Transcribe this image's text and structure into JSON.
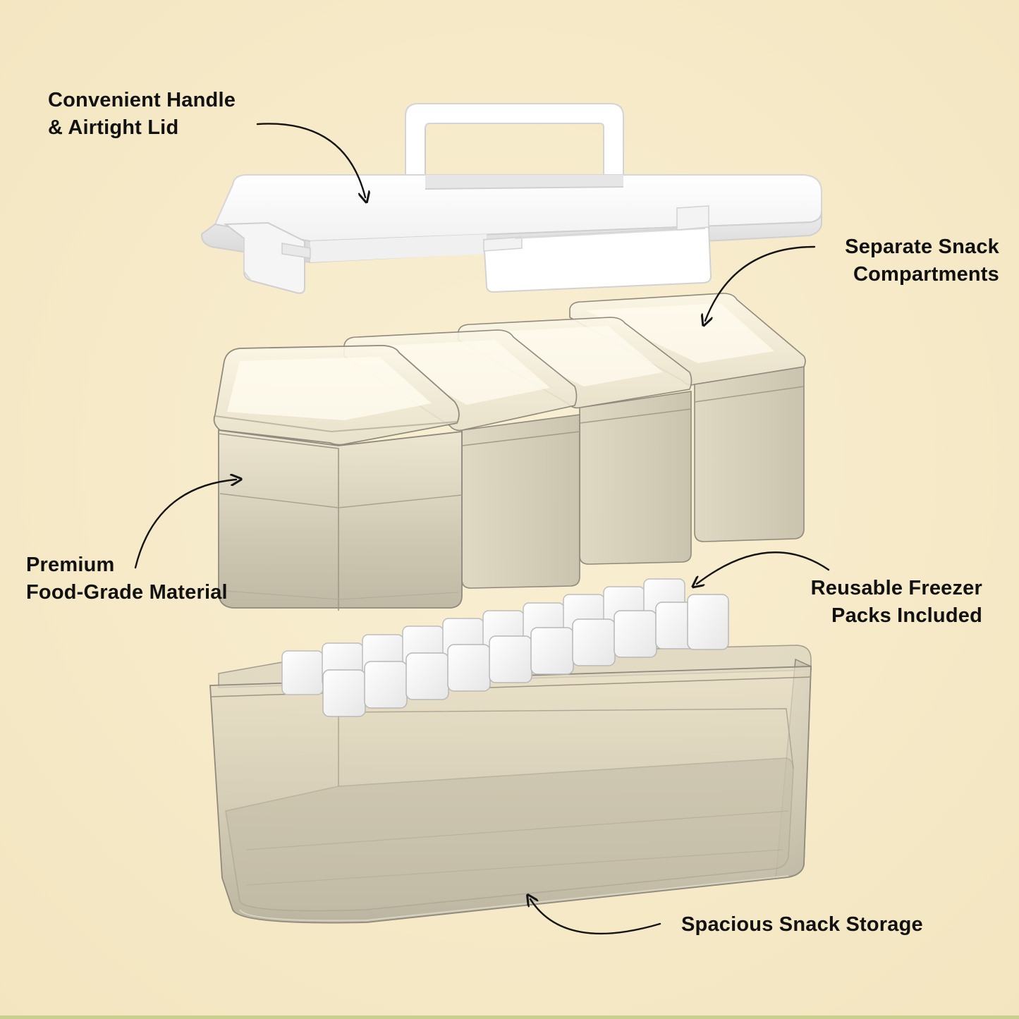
{
  "colors": {
    "background": "#f7ebcb",
    "background_shade": "#efe0b6",
    "label_text": "#111111",
    "arrow": "#141414",
    "lid_white": "#ffffff",
    "lid_shadow": "#d9d9d9",
    "clear_plastic": "#c9c4b2",
    "plastic_edge": "#8f8a7d",
    "ice_pack": "#f4f4f4"
  },
  "callouts": {
    "handle_lid": [
      "Convenient Handle",
      "& Airtight Lid"
    ],
    "compartments": [
      "Separate Snack",
      "Compartments"
    ],
    "material": [
      "Premium",
      "Food-Grade Material"
    ],
    "freezer_packs": [
      "Reusable Freezer",
      "Packs Included"
    ],
    "storage": [
      "Spacious Snack Storage"
    ]
  },
  "product": {
    "parts": [
      "lid-with-handle",
      "snack-compartment",
      "freezer-pack",
      "base-storage-bin"
    ],
    "compartment_count": 4,
    "freezer_pack_cube_count": 20
  }
}
